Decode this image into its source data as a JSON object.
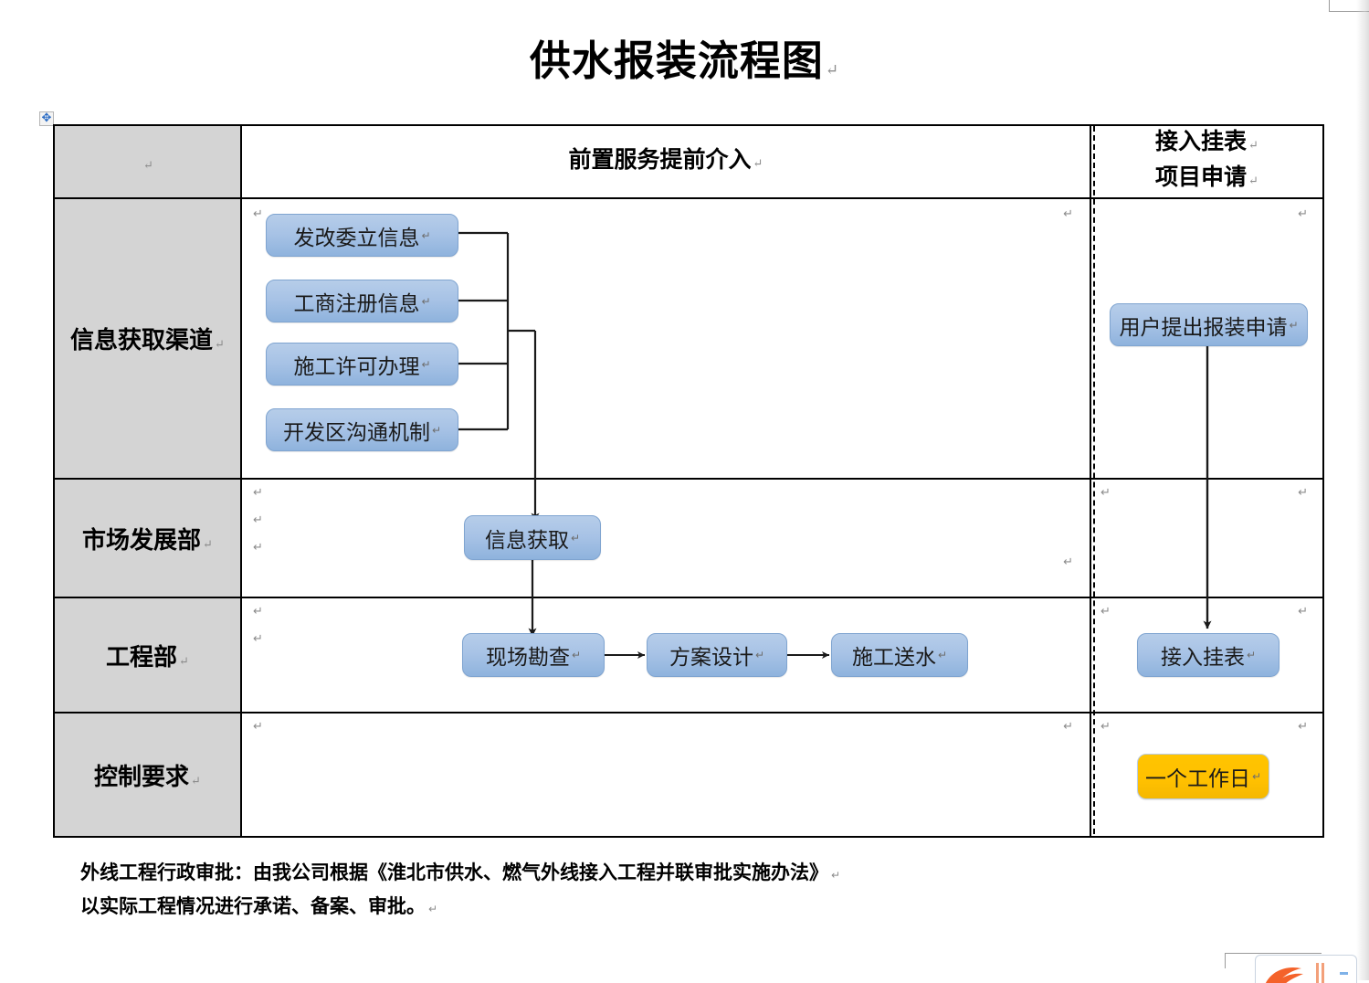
{
  "document": {
    "title": "供水报装流程图",
    "pilcrow": "↵"
  },
  "table": {
    "move_handle_icon": "✥",
    "header": {
      "lane_label": "",
      "center_phase": "前置服务提前介入",
      "right_phase_line1": "接入挂表",
      "right_phase_line2": "项目申请"
    },
    "rows": [
      {
        "id": "info",
        "label": "信息获取渠道"
      },
      {
        "id": "market",
        "label": "市场发展部"
      },
      {
        "id": "engineering",
        "label": "工程部"
      },
      {
        "id": "control",
        "label": "控制要求"
      }
    ]
  },
  "nodes": {
    "source_1": "发改委立信息",
    "source_2": "工商注册信息",
    "source_3": "施工许可办理",
    "source_4": "开发区沟通机制",
    "info_collect": "信息获取",
    "site_survey": "现场勘查",
    "scheme_design": "方案设计",
    "construction_supply": "施工送水",
    "user_application": "用户提出报装申请",
    "connect_meter": "接入挂表",
    "one_working_day": "一个工作日"
  },
  "footer": {
    "line1": "外线工程行政审批：由我公司根据《淮北市供水、燃气外线接入工程并联审批实施办法》",
    "line2": "以实际工程情况进行承诺、备案、审批。"
  },
  "colors": {
    "node_blue_light": "#b6cde9",
    "node_blue_dark": "#8fb3dd",
    "node_border": "#7fa4d0",
    "node_gold": "#ffc000",
    "lane_label_gray": "#d4d4d4",
    "table_border": "#000000",
    "pilcrow_gray": "#8c8c8c"
  },
  "flow_edges": [
    {
      "from": "source_1",
      "to": "info_collect"
    },
    {
      "from": "source_2",
      "to": "info_collect"
    },
    {
      "from": "source_3",
      "to": "info_collect"
    },
    {
      "from": "source_4",
      "to": "info_collect"
    },
    {
      "from": "info_collect",
      "to": "site_survey"
    },
    {
      "from": "site_survey",
      "to": "scheme_design"
    },
    {
      "from": "scheme_design",
      "to": "construction_supply"
    },
    {
      "from": "user_application",
      "to": "connect_meter"
    }
  ]
}
